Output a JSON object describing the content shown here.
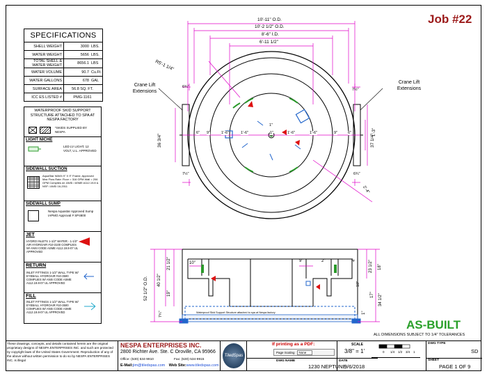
{
  "job": "Job #22",
  "specifications": {
    "title": "SPECIFICATIONS",
    "rows": [
      {
        "label": "SHELL WEIGHT",
        "value": "3000",
        "unit": "LBS."
      },
      {
        "label": "WATER WEIGHT",
        "value": "5656",
        "unit": "LBS."
      },
      {
        "label": "TOTAL SHELL & WATER WEIGHT",
        "value": "8656.1",
        "unit": "LBS"
      },
      {
        "label": "WATER VOLUME",
        "value": "90.7",
        "unit": "Cu.Ft."
      },
      {
        "label": "WATER GALLONS",
        "value": "678",
        "unit": "GAL"
      },
      {
        "label": "SURFACE AREA",
        "value": "56.8 SQ. FT.",
        "unit": ""
      },
      {
        "label": "ICC ES LISTED #",
        "value": "PMG-1161",
        "unit": ""
      }
    ]
  },
  "legend": {
    "skid_title": "WATERPROOF SKID SUPPORT STRUCTURE ATTACHED TO SPA AT NESPA FACTORY",
    "skid_note": "*SKIDS SUPPLIED BY NESPA",
    "light_title": "LIGHT NICHE",
    "light_text": "LED LV LIGHT, 12 VOLT, U.L. APPROVED",
    "suction_title": "SIDEWALL SUCTION",
    "suction_text": "AquaStar WAVb 9\" X 9\" Frame, Approved Max Flow Rate: Floor = 316 GPM Wall = 206 GPM Complies w/: ANSI / ASME A112.19.8 & NSF / ANSI 16-2011",
    "sump_title": "SIDEWALL SUMP",
    "sump_text": "Nespa Aquastar Approved Sump IAPMO Approval # SP4800",
    "jet_title": "JET",
    "jet_text": "HYDRO INLETS 1-1/2\" WATER - 1-1/2\" AIR HYDROAIR #10-3100 COMPLIES W/ ANSI CODE ASME A112.19.8-07 UL APPROVED",
    "return_title": "RETURN",
    "return_text": "INLET FITTINGS 1-1/2\" WALL TYPE W/ EYEBALL HYDROAIR #10-3500 COMPLIES W/ ANSI CODE ASME A112.19.8-07 UL APPROVED",
    "fill_title": "FILL",
    "fill_text": "INLET FITTINGS 1-1/2\" WALL TYPE W/ EYEBALL HYDROAIR #10-3500 COMPLIES W/ ANSI CODE ASME A112.19.8-07 UL APPROVED"
  },
  "plan": {
    "dim_od": "10'-11\" O.D.",
    "dim_od2": "10'-2 1/2\" O.D.",
    "dim_id": "8'-6\" I.D.",
    "dim_inner": "6'-11 1/2\"",
    "radius": "R5'-1 1/4\"",
    "crane_left": "Crane Lift Extensions",
    "crane_right": "Crane Lift Extensions",
    "dim_left_v": "36 3/4\"",
    "dim_right_v": "37 1/4\"",
    "dim_r1": "1'-3\"",
    "dim_r2": "2'-4\"",
    "dim_64": "6¾\"",
    "dim_712": "7½\"",
    "row_dims": [
      "6\"",
      "9\"",
      "1'-6\"",
      "1'-6\"",
      "1\"",
      "1'-6\"",
      "1'-6\"",
      "9\"",
      "6\""
    ],
    "dim_1in": "1\""
  },
  "section": {
    "dim_52": "52 1/2\" O.D.",
    "dim_40": "40 1/2\"",
    "dim_21": "21 1/2\"",
    "dim_19": "19\"",
    "dim_10": "10\"",
    "dim_9": "9\"",
    "dim_2": "2\"",
    "dim_4": "4\"",
    "dim_18": "18\"",
    "dim_23": "23 1/2\"",
    "dim_17": "17\"",
    "dim_34": "34 1/2\"",
    "dim_1": "1\"",
    "dim_10b": "10\"",
    "dim_734": "7¾\"",
    "skid_label": "Waterproof Skid Support Structure attached to spa at Nespa factory"
  },
  "as_built": "AS-BUILT",
  "tolerance": "ALL DIMENSIONS SUBJECT TO 1/4\" TOLERANCES",
  "title_block": {
    "notice": "These drawings, concepts, and details contained herein are the original proprietary designs of NESPA ENTERPRISES INC. and such are protected by copyright laws of the United States Government. Reproduction of any of the above without written permission to do so by NESPA ENTERPRISES INC. is illegal",
    "company": "NESPA ENTERPRISES INC.",
    "address": "2800 Richter Ave. Ste. C Oroville, CA 95966",
    "office": "Office: (530) 534-9910",
    "fax": "Fax: (530) 534-9915",
    "email_label": "E-Mail:",
    "email": "jim@tiledspas.com",
    "web_label": "Web Site:",
    "web": "www.tiledspas.com",
    "logo": "TiledSpas",
    "pdf_title": "If printing as a PDF:",
    "page_scaling_label": "Page Scaling",
    "page_scaling_value": "None",
    "scale_label": "SCALE",
    "scale_value": "3/8\" = 1'",
    "scale_ticks": [
      "0",
      "1/4",
      "1/2",
      "3/4",
      "1"
    ],
    "dwg_name_label": "DWG NAME",
    "dwg_name": "1230 NEPTUNE",
    "date_label": "DATE",
    "date": "9/6/2018",
    "dwg_type_label": "DWG TYPE",
    "dwg_type": "SD",
    "sheet_label": "SHEET",
    "sheet": "PAGE 1 OF 9"
  },
  "colors": {
    "accent": "#9c1b1b",
    "as_built": "#2aa02a",
    "dim": "#e000c8",
    "blue": "#2266cc",
    "jet": "#dd1111"
  }
}
